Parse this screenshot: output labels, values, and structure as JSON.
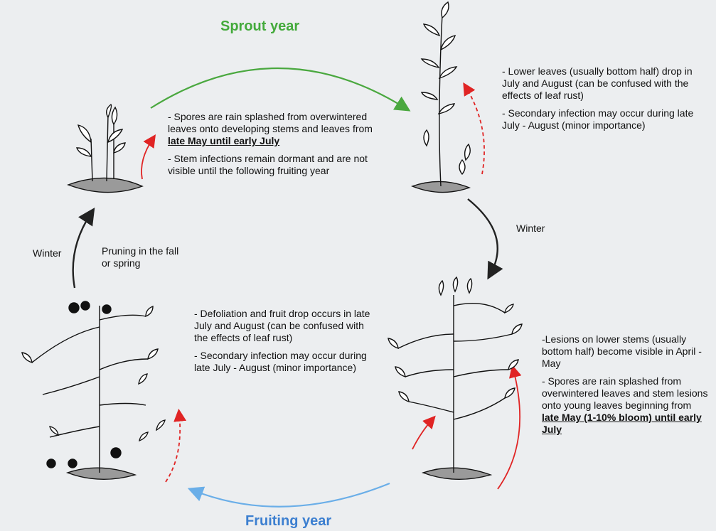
{
  "headers": {
    "sprout_year": "Sprout year",
    "fruiting_year": "Fruiting year"
  },
  "labels": {
    "winter_left": "Winter",
    "winter_right": "Winter",
    "pruning": "Pruning in the fall or spring"
  },
  "text_blocks": {
    "sprout_early": {
      "p1_pre": "- Spores are rain splashed from overwintered leaves onto developing stems and leaves from ",
      "p1_em": "late May until early July",
      "p2": "- Stem infections remain dormant and are not visible until the following fruiting year"
    },
    "sprout_late": {
      "p1": "- Lower leaves (usually bottom half) drop in July and August (can be confused with the effects of leaf rust)",
      "p2": "- Secondary infection may occur during late July - August (minor importance)"
    },
    "fruit_late": {
      "p1": "- Defoliation and fruit drop occurs in late July and August (can be confused with the effects of leaf rust)",
      "p2": "- Secondary infection may occur during late July - August (minor importance)"
    },
    "fruit_early": {
      "p1": "-Lesions on lower stems (usually bottom half) become visible in April - May",
      "p2_pre": "- Spores are rain splashed from overwintered leaves and stem lesions onto young leaves beginning from ",
      "p2_em": "late May (1-10% bloom) until early July"
    }
  },
  "colors": {
    "sprout_arrow": "#4aa83f",
    "fruit_arrow": "#6aaee8",
    "winter_arrow": "#222222",
    "infection_arrow": "#e02424"
  }
}
